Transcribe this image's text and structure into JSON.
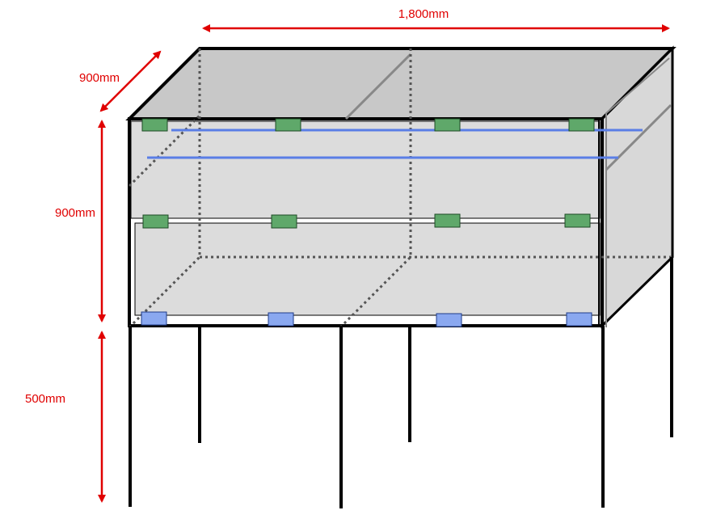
{
  "dimensions": {
    "width": "1,800mm",
    "depth": "900mm",
    "height": "900mm",
    "leg_height": "500mm"
  },
  "colors": {
    "dimension": "#e00000",
    "frame": "#000000",
    "panel_fill": "#d8d8d8",
    "top_fill": "#c8c8c8",
    "clip_green": "#5fa86a",
    "clip_blue": "#8aa8f0",
    "rail_blue": "#5a7ee6"
  }
}
